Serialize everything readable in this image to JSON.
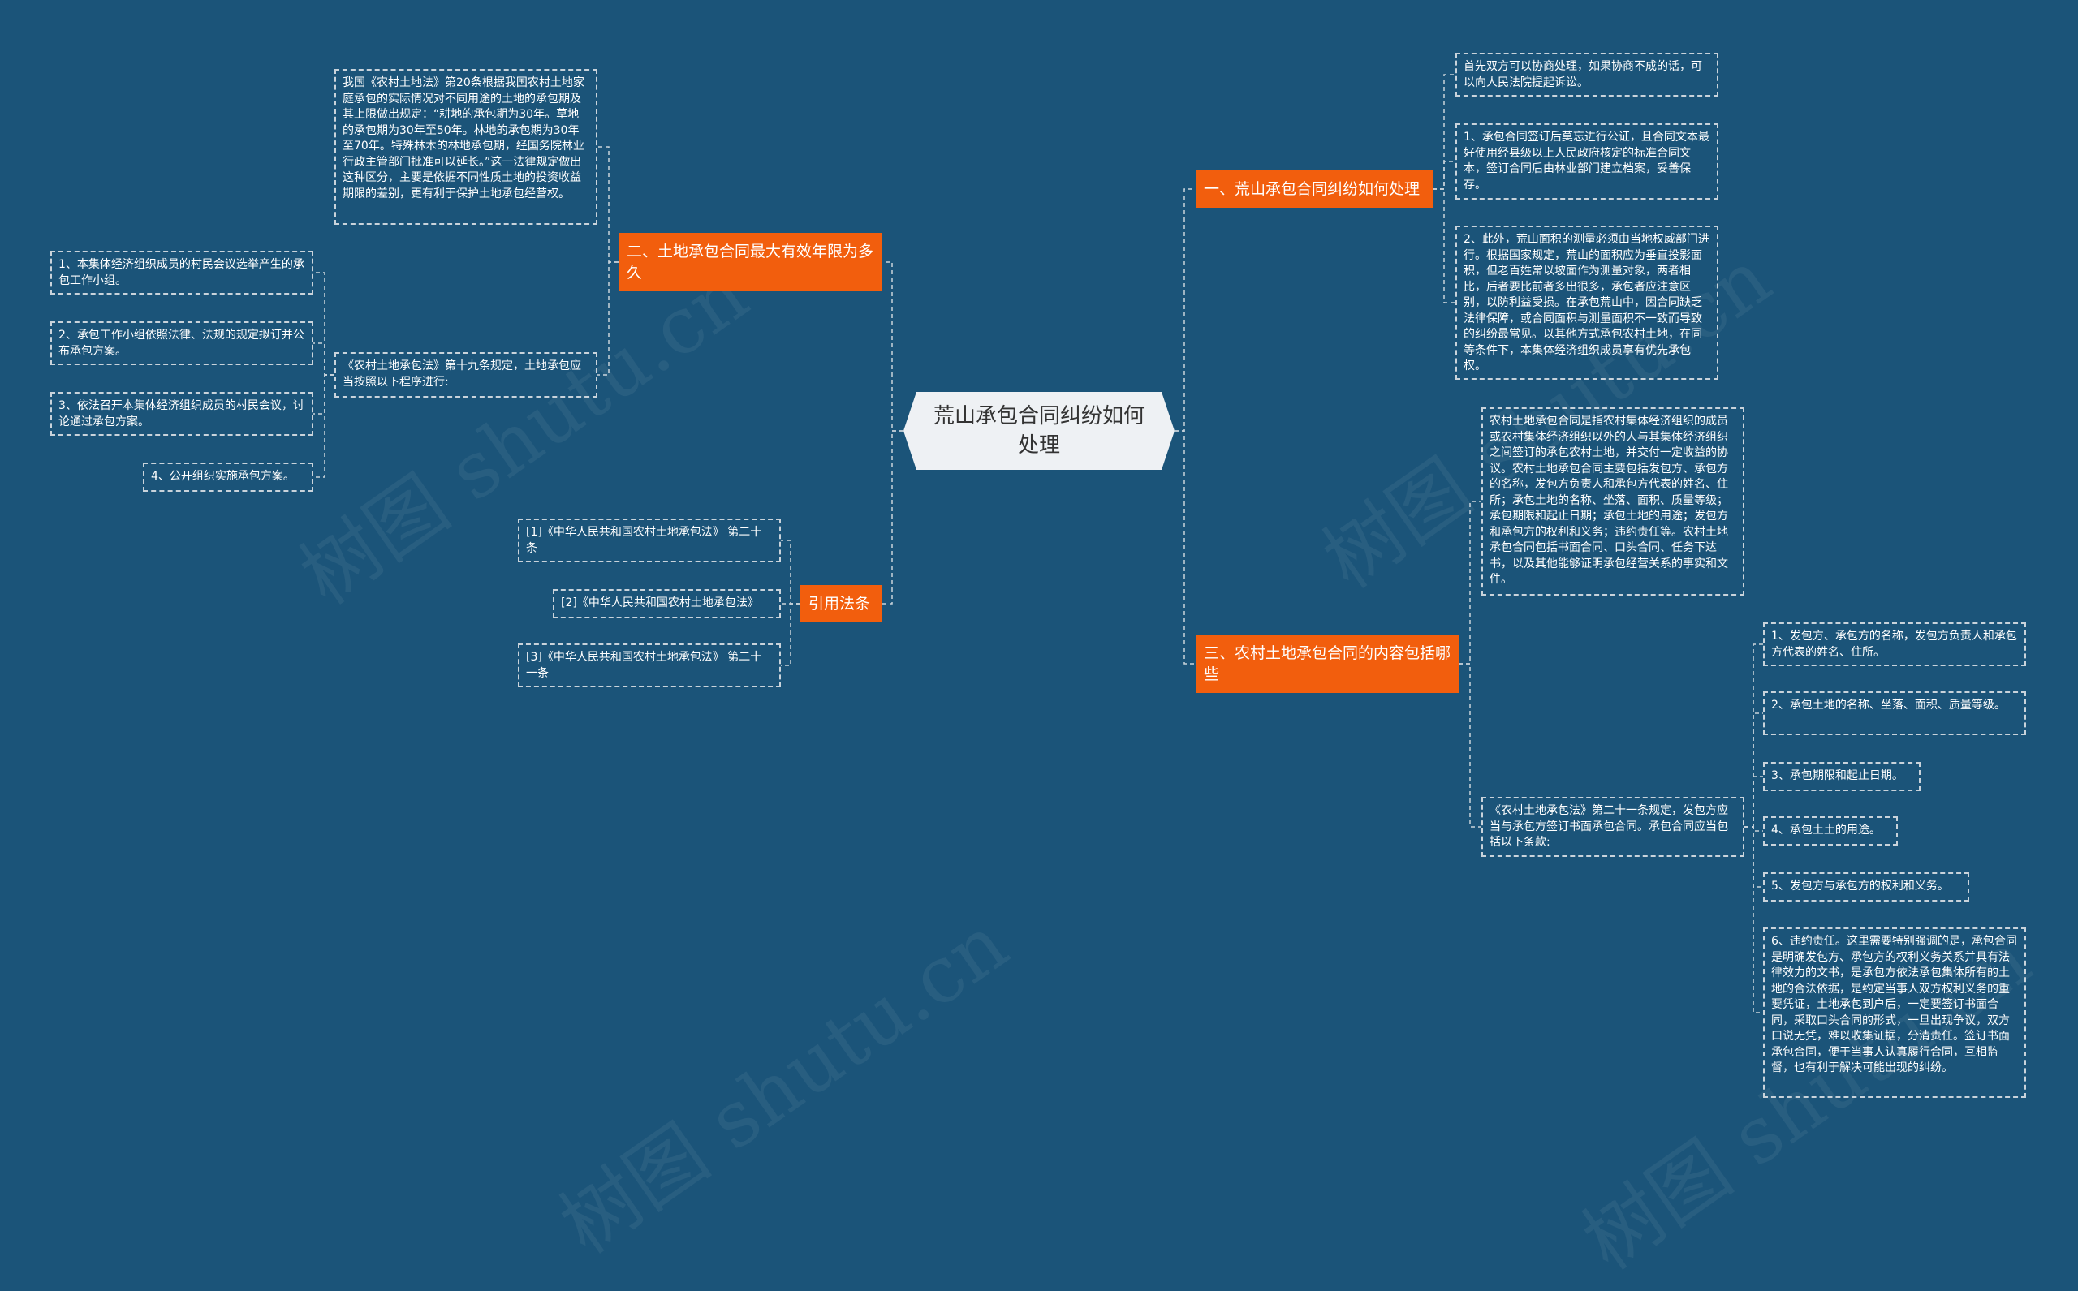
{
  "root": {
    "title": "荒山承包合同纠纷如何处理"
  },
  "branches": {
    "b1": "一、荒山承包合同纠纷如何处理",
    "b2": "二、土地承包合同最大有效年限为多久",
    "b3": "三、农村土地承包合同的内容包括哪些",
    "b4": "引用法条"
  },
  "leaves": {
    "b1_1": "首先双方可以协商处理，如果协商不成的话，可以向人民法院提起诉讼。",
    "b1_2": "1、承包合同签订后莫忘进行公证，且合同文本最好使用经县级以上人民政府核定的标准合同文本，签订合同后由林业部门建立档案，妥善保存。",
    "b1_3": "2、此外，荒山面积的测量必须由当地权威部门进行。根据国家规定，荒山的面积应为垂直投影面积，但老百姓常以坡面作为测量对象，两者相比，后者要比前者多出很多，承包者应注意区别，以防利益受损。在承包荒山中，因合同缺乏法律保障，或合同面积与测量面积不一致而导致的纠纷最常见。以其他方式承包农村土地，在同等条件下，本集体经济组织成员享有优先承包权。",
    "b2_1": "我国《农村土地法》第20条根据我国农村土地家庭承包的实际情况对不同用途的土地的承包期及其上限做出规定：“耕地的承包期为30年。草地的承包期为30年至50年。林地的承包期为30年至70年。特殊林木的林地承包期，经国务院林业行政主管部门批准可以延长。”这一法律规定做出这种区分，主要是依据不同性质土地的投资收益期限的差别，更有利于保护土地承包经营权。",
    "b2_2": "《农村土地承包法》第十九条规定，土地承包应当按照以下程序进行:",
    "b2_2_1": "1、本集体经济组织成员的村民会议选举产生的承包工作小组。",
    "b2_2_2": "2、承包工作小组依照法律、法规的规定拟订并公布承包方案。",
    "b2_2_3": "3、依法召开本集体经济组织成员的村民会议，讨论通过承包方案。",
    "b2_2_4": "4、公开组织实施承包方案。",
    "b3_1": "农村土地承包合同是指农村集体经济组织的成员或农村集体经济组织以外的人与其集体经济组织之间签订的承包农村土地，并交付一定收益的协议。农村土地承包合同主要包括发包方、承包方的名称，发包方负责人和承包方代表的姓名、住所；承包土地的名称、坐落、面积、质量等级；承包期限和起止日期；承包土地的用途；发包方和承包方的权利和义务；违约责任等。农村土地承包合同包括书面合同、口头合同、任务下达书，以及其他能够证明承包经营关系的事实和文件。",
    "b3_2": "《农村土地承包法》第二十一条规定，发包方应当与承包方签订书面承包合同。承包合同应当包括以下条款:",
    "b3_2_1": "1、发包方、承包方的名称，发包方负责人和承包方代表的姓名、住所。",
    "b3_2_2": "2、承包土地的名称、坐落、面积、质量等级。",
    "b3_2_3": "3、承包期限和起止日期。",
    "b3_2_4": "4、承包土土的用途。",
    "b3_2_5": "5、发包方与承包方的权利和义务。",
    "b3_2_6": "6、违约责任。这里需要特别强调的是，承包合同是明确发包方、承包方的权利义务关系并具有法律效力的文书，是承包方依法承包集体所有的土地的合法依据，是约定当事人双方权利义务的重要凭证，土地承包到户后，一定要签订书面合同，采取口头合同的形式，一旦出现争议，双方口说无凭，难以收集证据，分清责任。签订书面承包合同，便于当事人认真履行合同，互相监督，也有利于解决可能出现的纠纷。",
    "b4_1": "[1]《中华人民共和国农村土地承包法》 第二十条",
    "b4_2": "[2]《中华人民共和国农村土地承包法》",
    "b4_3": "[3]《中华人民共和国农村土地承包法》 第二十一条"
  },
  "watermark": "树图 shutu.cn",
  "colors": {
    "background": "#1b5479",
    "branch": "#f25e0d",
    "root": "#eef1f4",
    "line": "#c9d3db"
  }
}
